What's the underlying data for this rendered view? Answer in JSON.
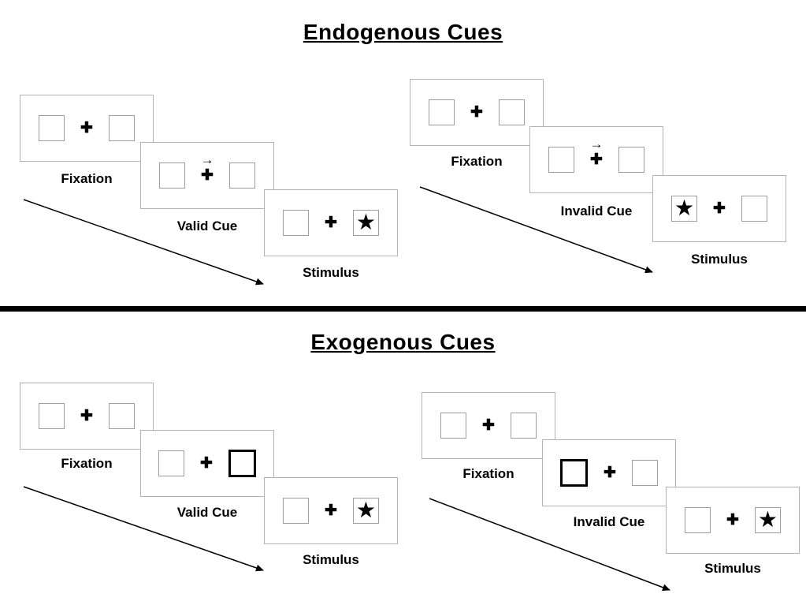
{
  "glyphs": {
    "cross": "✚",
    "star": "★",
    "cue_arrow": "→"
  },
  "sections": [
    {
      "title": "Endogenous Cues",
      "sequences": [
        {
          "name": "valid",
          "panels": [
            {
              "label": "Fixation",
              "cue": "none",
              "stimulus": "none"
            },
            {
              "label": "Valid Cue",
              "cue": "arrow-right-above-cross",
              "stimulus": "none"
            },
            {
              "label": "Stimulus",
              "cue": "none",
              "stimulus": "star-right"
            }
          ]
        },
        {
          "name": "invalid",
          "panels": [
            {
              "label": "Fixation",
              "cue": "none",
              "stimulus": "none"
            },
            {
              "label": "Invalid Cue",
              "cue": "arrow-right-above-cross",
              "stimulus": "none"
            },
            {
              "label": "Stimulus",
              "cue": "none",
              "stimulus": "star-left"
            }
          ]
        }
      ]
    },
    {
      "title": "Exogenous Cues",
      "sequences": [
        {
          "name": "valid",
          "panels": [
            {
              "label": "Fixation",
              "cue": "none",
              "stimulus": "none"
            },
            {
              "label": "Valid Cue",
              "cue": "bold-box-right",
              "stimulus": "none"
            },
            {
              "label": "Stimulus",
              "cue": "none",
              "stimulus": "star-right"
            }
          ]
        },
        {
          "name": "invalid",
          "panels": [
            {
              "label": "Fixation",
              "cue": "none",
              "stimulus": "none"
            },
            {
              "label": "Invalid Cue",
              "cue": "bold-box-left",
              "stimulus": "none"
            },
            {
              "label": "Stimulus",
              "cue": "none",
              "stimulus": "star-right"
            }
          ]
        }
      ]
    }
  ]
}
